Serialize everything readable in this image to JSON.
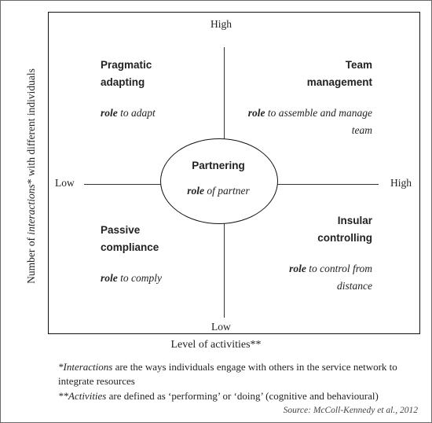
{
  "axis": {
    "top": "High",
    "bottom": "Low",
    "left": "Low",
    "right": "High",
    "y_label_pre": "Number of ",
    "y_label_em": "interactions",
    "y_label_post": "* with different individuals",
    "x_label": "Level of activities**"
  },
  "quadrants": {
    "top_left": {
      "title_1": "Pragmatic",
      "title_2": "adapting",
      "role_bold": "role",
      "role_text": " to adapt"
    },
    "top_right": {
      "title_1": "Team",
      "title_2": "management",
      "role_bold": "role",
      "role_text": " to assemble and manage",
      "role_line2": "team"
    },
    "bottom_left": {
      "title_1": "Passive",
      "title_2": "compliance",
      "role_bold": "role",
      "role_text": " to comply"
    },
    "bottom_right": {
      "title_1": "Insular",
      "title_2": "controlling",
      "role_bold": "role",
      "role_text": " to control from",
      "role_line2": "distance"
    },
    "center": {
      "title": "Partnering",
      "role_bold": "role",
      "role_text": " of partner"
    }
  },
  "notes": {
    "note1_em": "*Interactions",
    "note1_text": " are the ways individuals engage with others in the service network to integrate resources",
    "note2_em": "**Activities",
    "note2_text": " are defined as ‘performing’ or ‘doing’ (cognitive and behavioural)"
  },
  "source": "Source: McColl-Kennedy et al., 2012"
}
